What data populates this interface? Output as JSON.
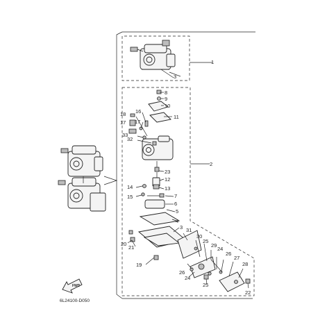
{
  "diagram": {
    "figure_code": "6L24100-D050",
    "fwd_label": "FWD",
    "callouts": {
      "c1": "1",
      "c2": "2",
      "c3a": "3",
      "c3b": "3",
      "c4": "4",
      "c5": "5",
      "c6": "6",
      "c7": "7",
      "c8": "8",
      "c9": "9",
      "c10": "10",
      "c11": "11",
      "c12": "12",
      "c13": "13",
      "c14": "14",
      "c15": "15",
      "c16": "16",
      "c17a": "17",
      "c17b": "17",
      "c18": "18",
      "c19": "19",
      "c20": "20",
      "c21": "21",
      "c22": "22",
      "c23": "23",
      "c24a": "24",
      "c24b": "24",
      "c25a": "25",
      "c25b": "25",
      "c26a": "26",
      "c26b": "26",
      "c27": "27",
      "c28": "28",
      "c29": "29",
      "c30": "30",
      "c31": "31",
      "c32": "32",
      "c33": "33"
    }
  }
}
